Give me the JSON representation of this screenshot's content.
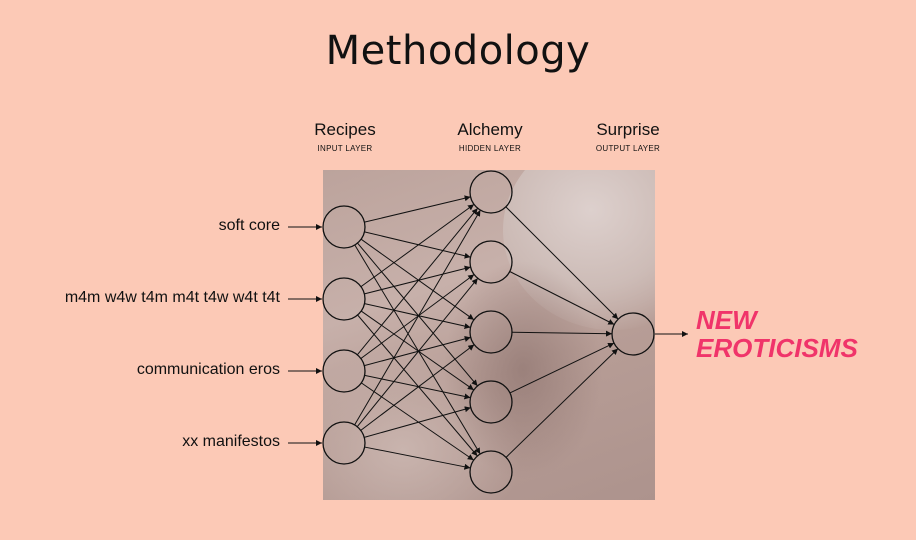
{
  "title": "Methodology",
  "columns": [
    {
      "name": "Recipes",
      "sublabel": "INPUT LAYER"
    },
    {
      "name": "Alchemy",
      "sublabel": "HIDDEN LAYER"
    },
    {
      "name": "Surprise",
      "sublabel": "OUTPUT LAYER"
    }
  ],
  "inputs": [
    "soft core",
    "m4m w4w t4m m4t t4w w4t t4t",
    "communication eros",
    "xx manifestos"
  ],
  "hidden_node_count": 5,
  "output": {
    "line1": "NEW",
    "line2": "EROTICISMS"
  },
  "colors": {
    "background": "#fcc9b6",
    "accent": "#f0346a"
  }
}
